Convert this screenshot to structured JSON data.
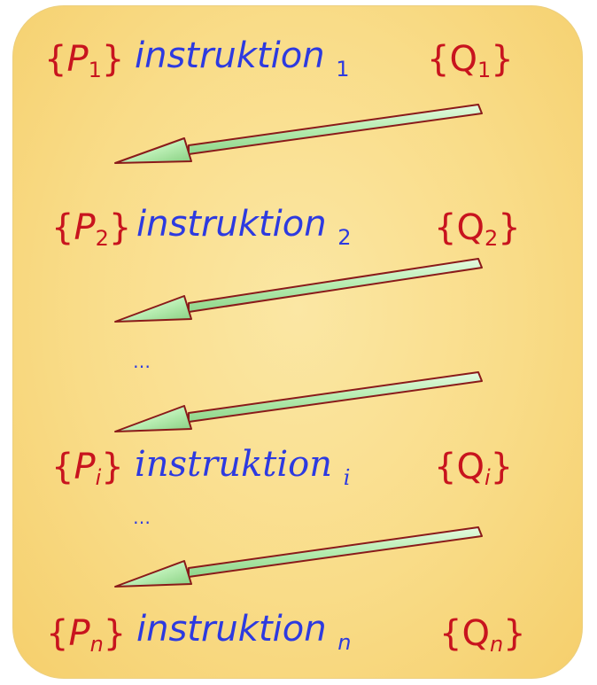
{
  "rows": [
    {
      "pre_letter": "P",
      "pre_sub": "1",
      "instruction": "instruktion",
      "instr_sub": "1",
      "post_letter": "Q",
      "post_sub": "1"
    },
    {
      "pre_letter": "P",
      "pre_sub": "2",
      "instruction": "instruktion",
      "instr_sub": "2",
      "post_letter": "Q",
      "post_sub": "2"
    },
    {
      "pre_letter": "P",
      "pre_sub": "i",
      "instruction": "instruktion",
      "instr_sub": "i",
      "post_letter": "Q",
      "post_sub": "i"
    },
    {
      "pre_letter": "P",
      "pre_sub": "n",
      "instruction": "instruktion",
      "instr_sub": "n",
      "post_letter": "Q",
      "post_sub": "n"
    }
  ],
  "ellipsis": [
    "…",
    "…"
  ],
  "brace_open": "{",
  "brace_close": "}",
  "colors": {
    "condition": "#c8141e",
    "instruction": "#2d3ae0",
    "arrow_fill": "#b8eeb4",
    "arrow_outline": "#8a1a1a",
    "background": "#f9dc88"
  }
}
